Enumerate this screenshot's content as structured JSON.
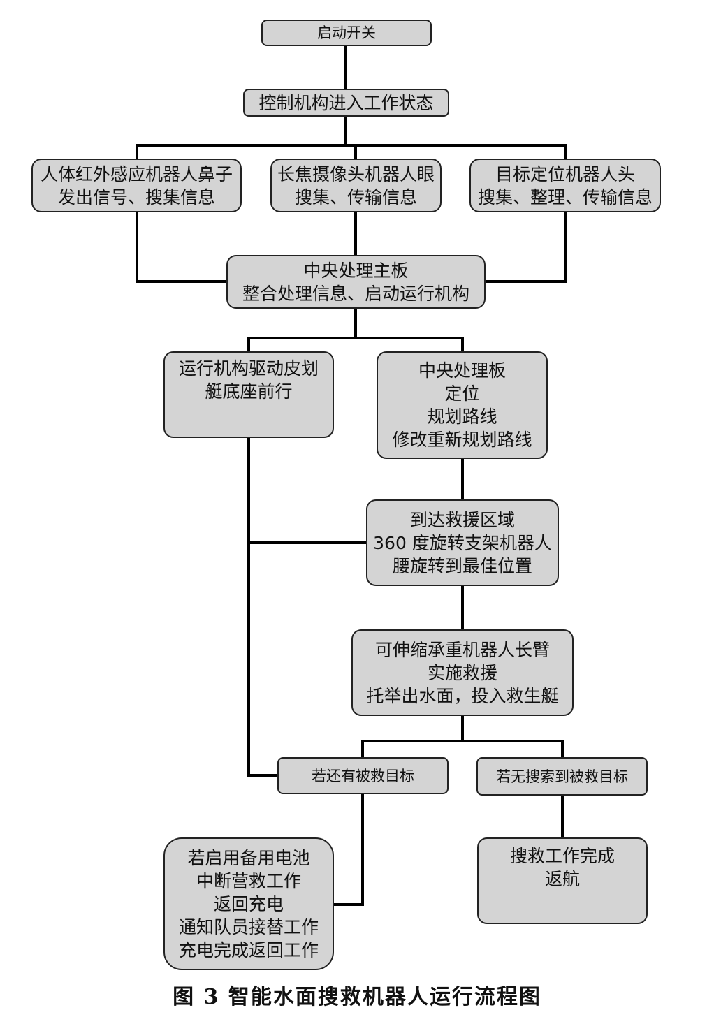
{
  "nodes": {
    "start": [
      "启动开关"
    ],
    "control": [
      "控制机构进入工作状态"
    ],
    "nose": [
      "人体红外感应机器人鼻子",
      "发出信号、搜集信息"
    ],
    "eye": [
      "长焦摄像头机器人眼",
      "搜集、传输信息"
    ],
    "head": [
      "目标定位机器人头",
      "搜集、整理、传输信息"
    ],
    "board": [
      "中央处理主板",
      "整合处理信息、启动运行机构"
    ],
    "drive": [
      "运行机构驱动皮划",
      "艇底座前行"
    ],
    "plan": [
      "中央处理板",
      "定位",
      "规划路线",
      "修改重新规划路线"
    ],
    "arrive": [
      "到达救援区域",
      "360 度旋转支架机器人",
      "腰旋转到最佳位置"
    ],
    "arm": [
      "可伸缩承重机器人长臂",
      "实施救援",
      "托举出水面，投入救生艇"
    ],
    "more": [
      "若还有被救目标"
    ],
    "none": [
      "若无搜索到被救目标"
    ],
    "battery": [
      "若启用备用电池",
      "中断营救工作",
      "返回充电",
      "通知队员接替工作",
      "充电完成返回工作"
    ],
    "done": [
      "搜救工作完成",
      "返航"
    ]
  },
  "caption": "图 3   智能水面搜救机器人运行流程图"
}
